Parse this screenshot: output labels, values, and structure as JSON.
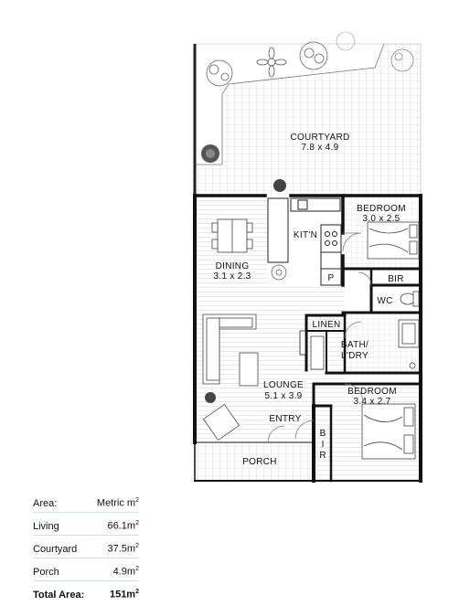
{
  "rooms": {
    "courtyard": {
      "name": "COURTYARD",
      "dims": "7.8 x 4.9"
    },
    "bedroom1": {
      "name": "BEDROOM",
      "dims": "3.0 x 2.5"
    },
    "kitchen": {
      "name": "KIT'N"
    },
    "dining": {
      "name": "DINING",
      "dims": "3.1 x 2.3"
    },
    "pantry": {
      "name": "P"
    },
    "bir1": {
      "name": "BIR"
    },
    "wc": {
      "name": "WC"
    },
    "linen": {
      "name": "LINEN"
    },
    "bath": {
      "name": "BATH/",
      "name2": "L'DRY"
    },
    "lounge": {
      "name": "LOUNGE",
      "dims": "5.1 x 3.9"
    },
    "bedroom2": {
      "name": "BEDROOM",
      "dims": "3.4 x 2.7"
    },
    "entry": {
      "name": "ENTRY"
    },
    "bir2": {
      "letters": [
        "B",
        "I",
        "R"
      ]
    },
    "porch": {
      "name": "PORCH"
    }
  },
  "area_table": {
    "header": {
      "label": "Area:",
      "value": "Metric m",
      "unit_sup": "2"
    },
    "rows": [
      {
        "label": "Living",
        "value": "66.1m",
        "sup": "2"
      },
      {
        "label": "Courtyard",
        "value": "37.5m",
        "sup": "2"
      },
      {
        "label": "Porch",
        "value": "4.9m",
        "sup": "2"
      }
    ],
    "total": {
      "label": "Total Area:",
      "value": "151m",
      "sup": "2"
    }
  }
}
